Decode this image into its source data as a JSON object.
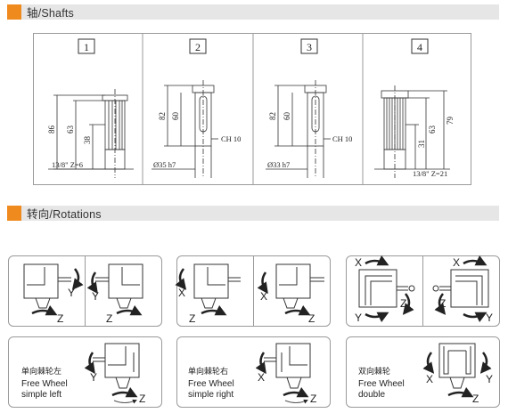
{
  "sections": {
    "shafts_title": "轴/Shafts",
    "rotations_title": "转向/Rotations"
  },
  "shafts": [
    {
      "number": "1",
      "dims": [
        "86",
        "63",
        "38"
      ],
      "note": "13/8\"  Z=6"
    },
    {
      "number": "2",
      "dims": [
        "82",
        "60"
      ],
      "ch": "CH 10",
      "dia": "Ø35 h7"
    },
    {
      "number": "3",
      "dims": [
        "82",
        "60"
      ],
      "ch": "CH 10",
      "dia": "Ø33 h7"
    },
    {
      "number": "4",
      "dims": [
        "63",
        "31",
        "79"
      ],
      "note": "13/8\"  Z=21"
    }
  ],
  "axes": {
    "x": "X",
    "y": "Y",
    "z": "Z"
  },
  "freewheel": [
    {
      "cn": "单向棘轮左",
      "en1": "Free Wheel",
      "en2": "simple left"
    },
    {
      "cn": "单向棘轮右",
      "en1": "Free Wheel",
      "en2": "simple right"
    },
    {
      "cn": "双向棘轮",
      "en1": "Free Wheel",
      "en2": "double"
    }
  ],
  "colors": {
    "accent": "#ef8a1f",
    "bar": "#e6e6e6",
    "line": "#333333"
  }
}
